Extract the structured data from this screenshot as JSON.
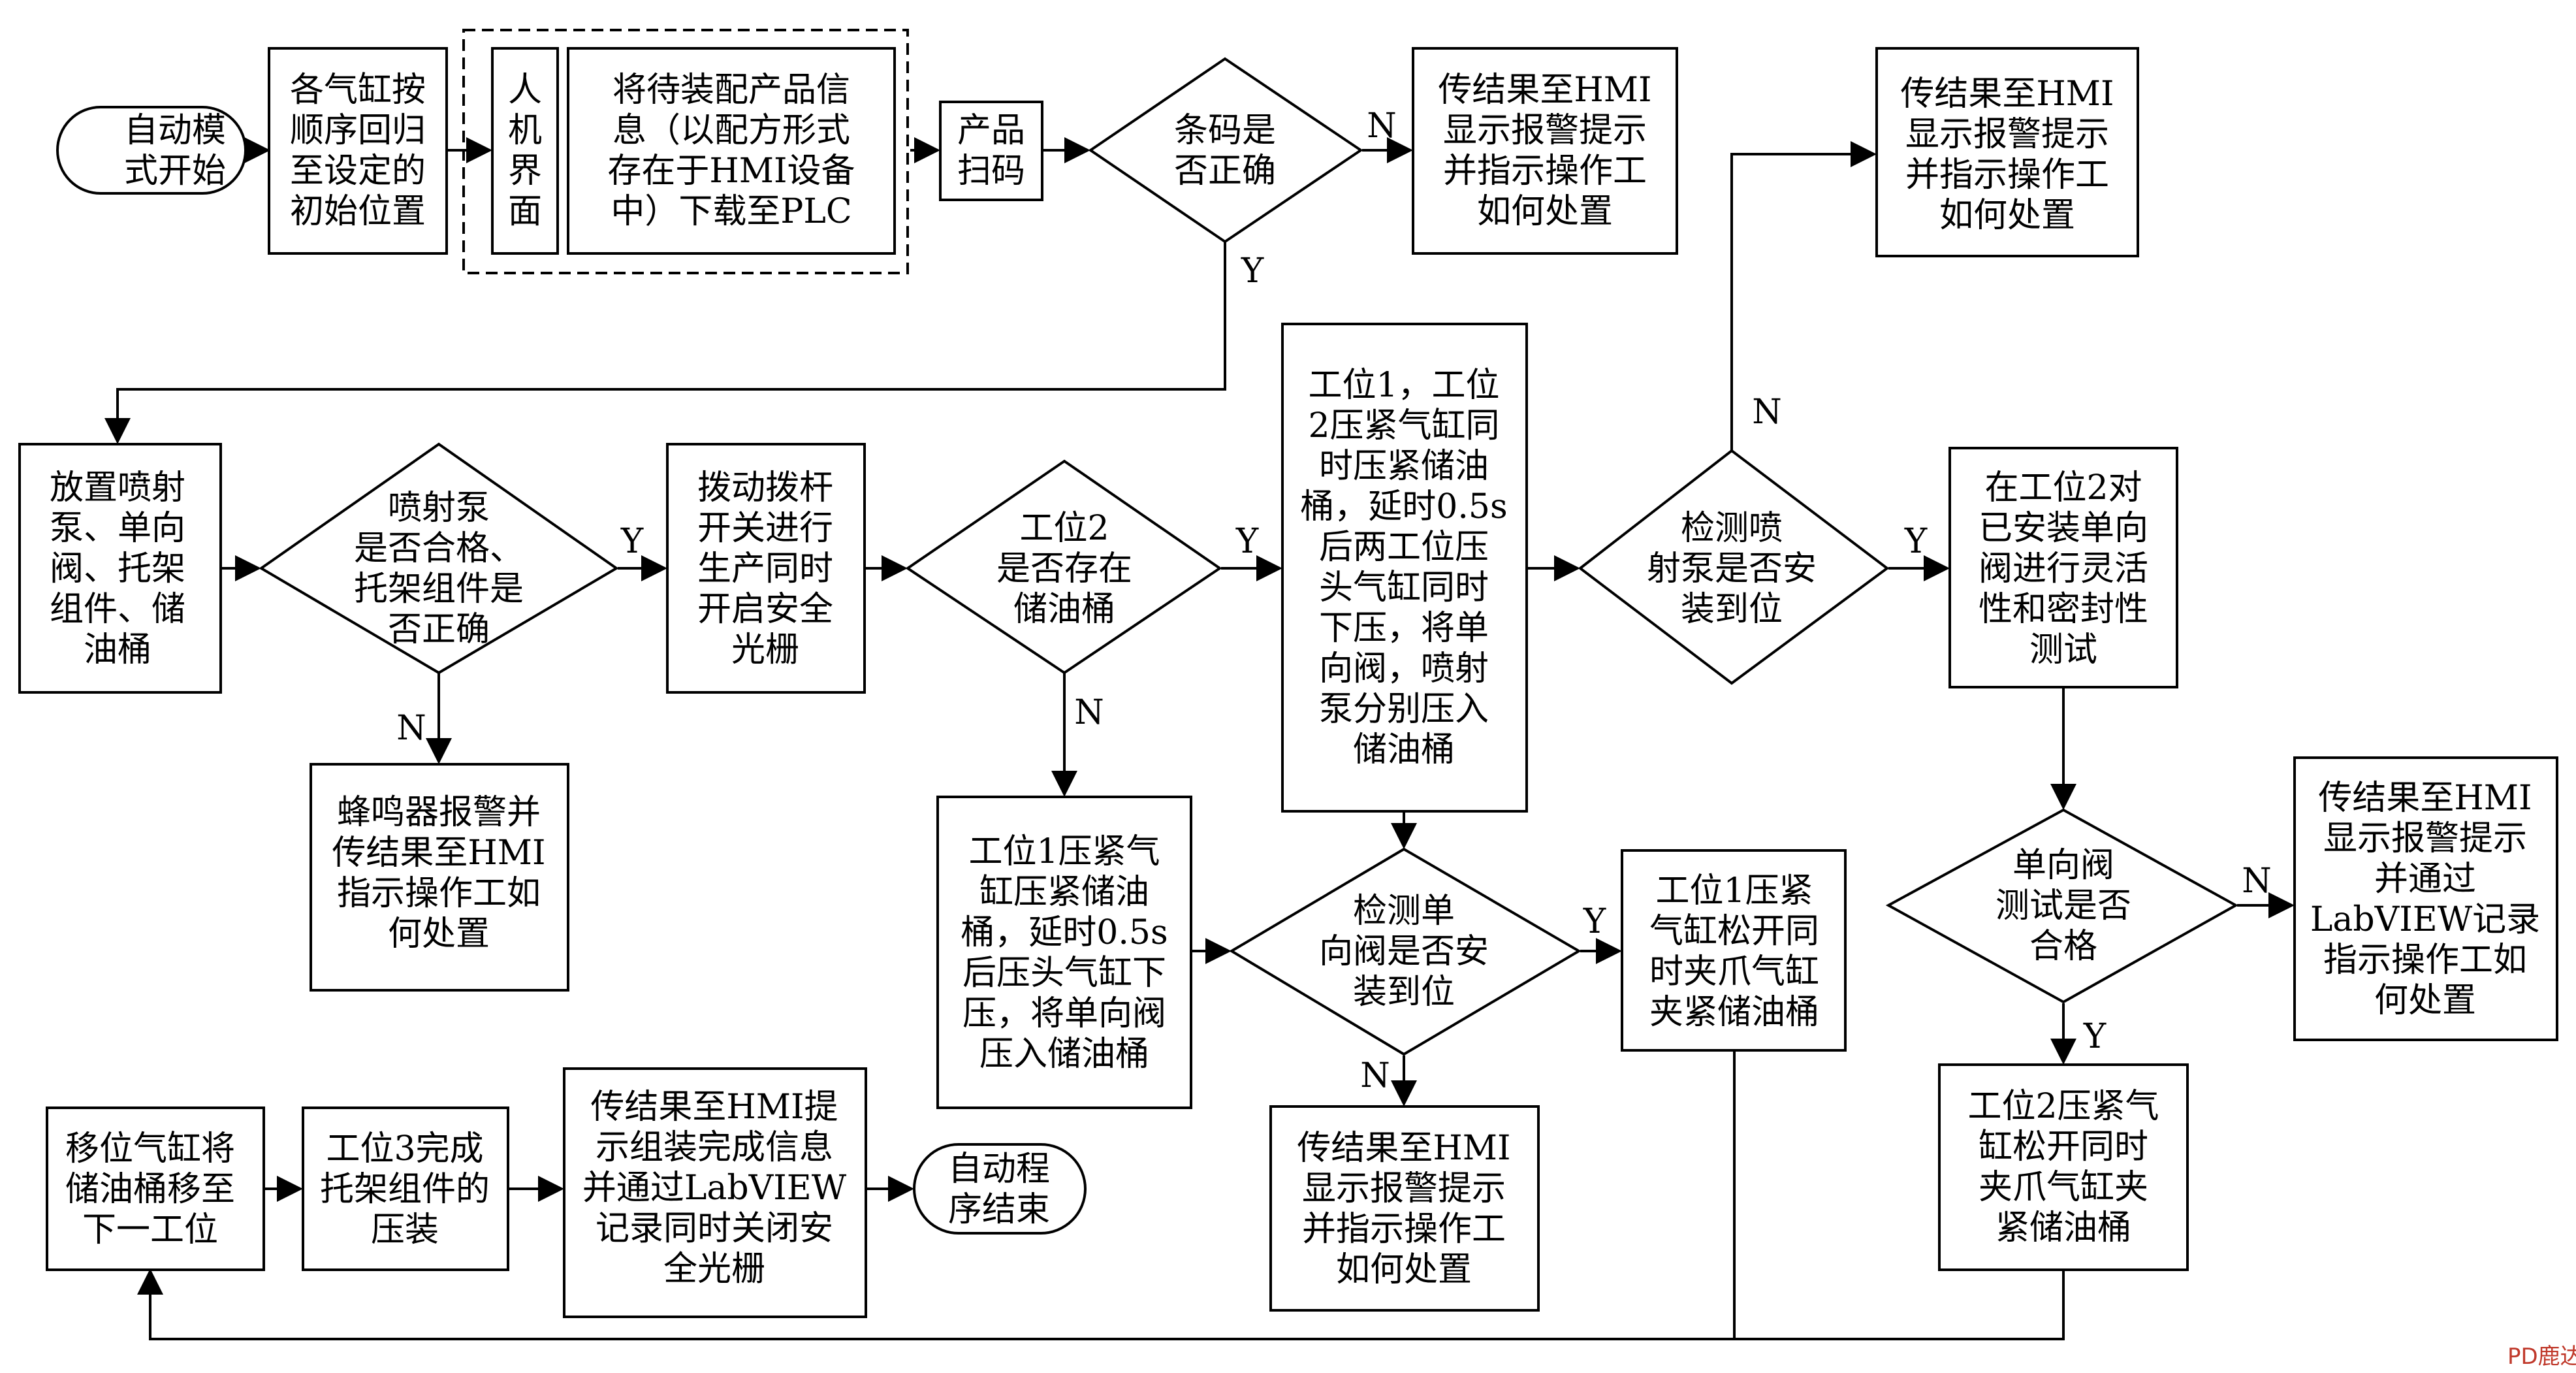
{
  "nodes": {
    "start": {
      "shape": "terminal",
      "lines": [
        "自动模",
        "式开始"
      ]
    },
    "reset": {
      "shape": "process",
      "lines": [
        "各气缸按",
        "顺序回归",
        "至设定的",
        "初始位置"
      ]
    },
    "hmi": {
      "shape": "process",
      "lines": [
        "人",
        "机",
        "界",
        "面"
      ]
    },
    "download": {
      "shape": "process",
      "lines": [
        "将待装配产品信",
        "息（以配方形式",
        "存在于HMI设备",
        "中）下载至PLC"
      ]
    },
    "scan": {
      "shape": "process",
      "lines": [
        "产品",
        "扫码"
      ]
    },
    "barcode_ok": {
      "shape": "decision",
      "lines": [
        "条码是",
        "否正确"
      ]
    },
    "alarm_barcode": {
      "shape": "process",
      "lines": [
        "传结果至HMI",
        "显示报警提示",
        "并指示操作工",
        "如何处置"
      ]
    },
    "alarm_pump": {
      "shape": "process",
      "lines": [
        "传结果至HMI",
        "显示报警提示",
        "并指示操作工",
        "如何处置"
      ]
    },
    "place": {
      "shape": "process",
      "lines": [
        "放置喷射",
        "泵、单向",
        "阀、托架",
        "组件、储",
        "油桶"
      ]
    },
    "parts_ok": {
      "shape": "decision",
      "lines": [
        "喷射泵",
        "是否合格、",
        "托架组件是",
        "否正确"
      ]
    },
    "buzzer": {
      "shape": "process",
      "lines": [
        "蜂鸣器报警并",
        "传结果至HMI",
        "指示操作工如",
        "何处置"
      ]
    },
    "lever": {
      "shape": "process",
      "lines": [
        "拨动拨杆",
        "开关进行",
        "生产同时",
        "开启安全",
        "光栅"
      ]
    },
    "tank_at_2": {
      "shape": "decision",
      "lines": [
        "工位2",
        "是否存在",
        "储油桶"
      ]
    },
    "both_press": {
      "shape": "process",
      "lines": [
        "工位1，工位",
        "2压紧气缸同",
        "时压紧储油",
        "桶，延时0.5s",
        "后两工位压",
        "头气缸同时",
        "下压，将单",
        "向阀，喷射",
        "泵分别压入",
        "储油桶"
      ]
    },
    "pump_ok": {
      "shape": "decision",
      "lines": [
        "检测喷",
        "射泵是否安",
        "装到位"
      ]
    },
    "test_valve": {
      "shape": "process",
      "lines": [
        "在工位2对",
        "已安装单向",
        "阀进行灵活",
        "性和密封性",
        "测试"
      ]
    },
    "station1_press": {
      "shape": "process",
      "lines": [
        "工位1压紧气",
        "缸压紧储油",
        "桶，延时0.5s",
        "后压头气缸下",
        "压，将单向阀",
        "压入储油桶"
      ]
    },
    "valve_ok": {
      "shape": "decision",
      "lines": [
        "检测单",
        "向阀是否安",
        "装到位"
      ]
    },
    "release1": {
      "shape": "process",
      "lines": [
        "工位1压紧",
        "气缸松开同",
        "时夹爪气缸",
        "夹紧储油桶"
      ]
    },
    "alarm_valve": {
      "shape": "process",
      "lines": [
        "传结果至HMI",
        "显示报警提示",
        "并指示操作工",
        "如何处置"
      ]
    },
    "valve_test_ok": {
      "shape": "decision",
      "lines": [
        "单向阀",
        "测试是否",
        "合格"
      ]
    },
    "alarm_labview": {
      "shape": "process",
      "lines": [
        "传结果至HMI",
        "显示报警提示",
        "并通过",
        "LabVIEW记录",
        "指示操作工如",
        "何处置"
      ]
    },
    "release2": {
      "shape": "process",
      "lines": [
        "工位2压紧气",
        "缸松开同时",
        "夹爪气缸夹",
        "紧储油桶"
      ]
    },
    "shift": {
      "shape": "process",
      "lines": [
        "移位气缸将",
        "储油桶移至",
        "下一工位"
      ]
    },
    "station3": {
      "shape": "process",
      "lines": [
        "工位3完成",
        "托架组件的",
        "压装"
      ]
    },
    "finish_report": {
      "shape": "process",
      "lines": [
        "传结果至HMI提",
        "示组装完成信息",
        "并通过LabVIEW",
        "记录同时关闭安",
        "全光栅"
      ]
    },
    "end": {
      "shape": "terminal",
      "lines": [
        "自动程",
        "序结束"
      ]
    }
  },
  "edge_labels": {
    "barcode_no": "N",
    "barcode_yes": "Y",
    "parts_yes": "Y",
    "parts_no": "N",
    "tank_yes": "Y",
    "tank_no": "N",
    "pump_no": "N",
    "pump_yes": "Y",
    "valve_no": "N",
    "valve_yes": "Y",
    "valvetest_no": "N",
    "valvetest_yes": "Y"
  },
  "watermark": "PD鹿达信"
}
